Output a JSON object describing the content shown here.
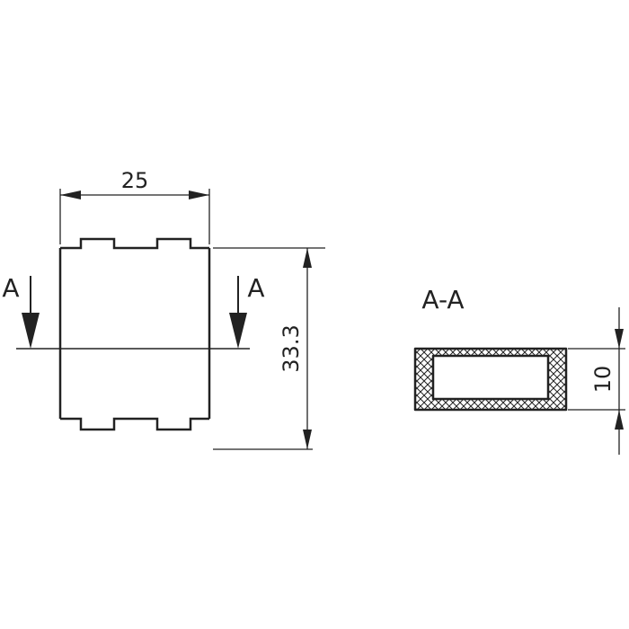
{
  "drawing": {
    "dimensions": {
      "width": "25",
      "height": "33.3",
      "section_height": "10"
    },
    "cut_markers": {
      "left": "A",
      "right": "A"
    },
    "section_label": "A-A",
    "colors": {
      "line": "#222222",
      "background": "#ffffff"
    }
  }
}
